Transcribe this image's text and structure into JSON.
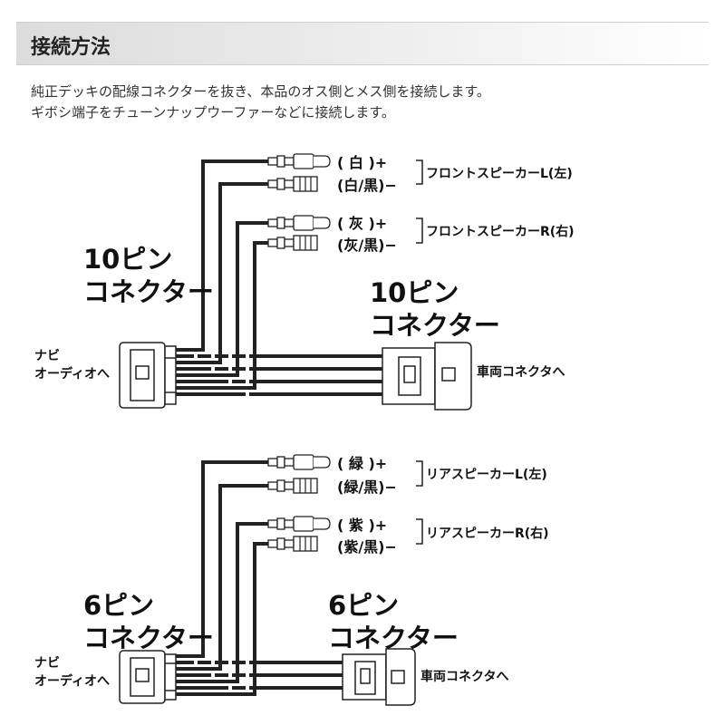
{
  "header": {
    "title": "接続方法"
  },
  "intro": {
    "line1": "純正デッキの配線コネクターを抜き、本品のオス側とメス側を接続します。",
    "line2": "ギボシ端子をチューンナップウーファーなどに接続します。"
  },
  "section_10pin": {
    "left_connector_line1": "10ピン",
    "left_connector_line2": "コネクター",
    "right_connector_line1": "10ピン",
    "right_connector_line2": "コネクター",
    "navi_line1": "ナビ",
    "navi_line2": "オーディオへ",
    "vehicle_label": "車両コネクタへ",
    "wires": [
      {
        "label": "( 白 )+"
      },
      {
        "label": "(白/黒)−"
      },
      {
        "label": "( 灰 )+"
      },
      {
        "label": "(灰/黒)−"
      }
    ],
    "speaker_front_l": "フロントスピーカーL(左)",
    "speaker_front_r": "フロントスピーカーR(右)"
  },
  "section_6pin": {
    "left_connector_line1": "6ピン",
    "left_connector_line2": "コネクター",
    "right_connector_line1": "6ピン",
    "right_connector_line2": "コネクター",
    "navi_line1": "ナビ",
    "navi_line2": "オーディオへ",
    "vehicle_label": "車両コネクタへ",
    "wires": [
      {
        "label": "( 緑 )+"
      },
      {
        "label": "(緑/黒)−"
      },
      {
        "label": "( 紫 )+"
      },
      {
        "label": "(紫/黒)−"
      }
    ],
    "speaker_rear_l": "リアスピーカーL(左)",
    "speaker_rear_r": "リアスピーカーR(右)"
  }
}
